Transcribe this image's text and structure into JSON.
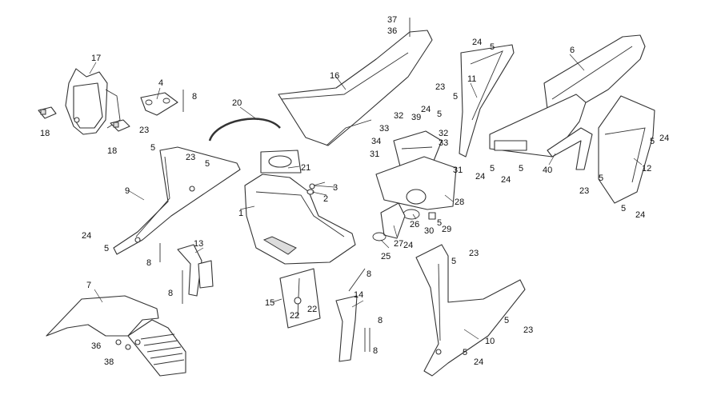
{
  "labels": [
    {
      "id": "l1",
      "text": "1"
    },
    {
      "id": "l2",
      "text": "2"
    },
    {
      "id": "l3",
      "text": "3"
    },
    {
      "id": "l4",
      "text": "4"
    },
    {
      "id": "l5a",
      "text": "5"
    },
    {
      "id": "l5b",
      "text": "5"
    },
    {
      "id": "l5c",
      "text": "5"
    },
    {
      "id": "l5d",
      "text": "5"
    },
    {
      "id": "l5e",
      "text": "5"
    },
    {
      "id": "l5f",
      "text": "5"
    },
    {
      "id": "l5g",
      "text": "5"
    },
    {
      "id": "l5h",
      "text": "5"
    },
    {
      "id": "l5i",
      "text": "5"
    },
    {
      "id": "l5j",
      "text": "5"
    },
    {
      "id": "l5k",
      "text": "5"
    },
    {
      "id": "l5l",
      "text": "5"
    },
    {
      "id": "l5m",
      "text": "5"
    },
    {
      "id": "l5n",
      "text": "5"
    },
    {
      "id": "l5o",
      "text": "5"
    },
    {
      "id": "l6",
      "text": "6"
    },
    {
      "id": "l7",
      "text": "7"
    },
    {
      "id": "l8a",
      "text": "8"
    },
    {
      "id": "l8b",
      "text": "8"
    },
    {
      "id": "l8c",
      "text": "8"
    },
    {
      "id": "l8d",
      "text": "8"
    },
    {
      "id": "l8e",
      "text": "8"
    },
    {
      "id": "l8f",
      "text": "8"
    },
    {
      "id": "l9",
      "text": "9"
    },
    {
      "id": "l10",
      "text": "10"
    },
    {
      "id": "l11",
      "text": "11"
    },
    {
      "id": "l12",
      "text": "12"
    },
    {
      "id": "l13",
      "text": "13"
    },
    {
      "id": "l14",
      "text": "14"
    },
    {
      "id": "l15",
      "text": "15"
    },
    {
      "id": "l16",
      "text": "16"
    },
    {
      "id": "l17",
      "text": "17"
    },
    {
      "id": "l18a",
      "text": "18"
    },
    {
      "id": "l18b",
      "text": "18"
    },
    {
      "id": "l20",
      "text": "20"
    },
    {
      "id": "l21",
      "text": "21"
    },
    {
      "id": "l22a",
      "text": "22"
    },
    {
      "id": "l22b",
      "text": "22"
    },
    {
      "id": "l23a",
      "text": "23"
    },
    {
      "id": "l23b",
      "text": "23"
    },
    {
      "id": "l23c",
      "text": "23"
    },
    {
      "id": "l23d",
      "text": "23"
    },
    {
      "id": "l23e",
      "text": "23"
    },
    {
      "id": "l23f",
      "text": "23"
    },
    {
      "id": "l24a",
      "text": "24"
    },
    {
      "id": "l24b",
      "text": "24"
    },
    {
      "id": "l24c",
      "text": "24"
    },
    {
      "id": "l24d",
      "text": "24"
    },
    {
      "id": "l24e",
      "text": "24"
    },
    {
      "id": "l24f",
      "text": "24"
    },
    {
      "id": "l24g",
      "text": "24"
    },
    {
      "id": "l24h",
      "text": "24"
    },
    {
      "id": "l24i",
      "text": "24"
    },
    {
      "id": "l25",
      "text": "25"
    },
    {
      "id": "l26",
      "text": "26"
    },
    {
      "id": "l27",
      "text": "27"
    },
    {
      "id": "l28",
      "text": "28"
    },
    {
      "id": "l29",
      "text": "29"
    },
    {
      "id": "l30",
      "text": "30"
    },
    {
      "id": "l31a",
      "text": "31"
    },
    {
      "id": "l31b",
      "text": "31"
    },
    {
      "id": "l32a",
      "text": "32"
    },
    {
      "id": "l32b",
      "text": "32"
    },
    {
      "id": "l33a",
      "text": "33"
    },
    {
      "id": "l33b",
      "text": "33"
    },
    {
      "id": "l34",
      "text": "34"
    },
    {
      "id": "l36a",
      "text": "36"
    },
    {
      "id": "l36b",
      "text": "36"
    },
    {
      "id": "l37",
      "text": "37"
    },
    {
      "id": "l38",
      "text": "38"
    },
    {
      "id": "l39",
      "text": "39"
    },
    {
      "id": "l40",
      "text": "40"
    }
  ]
}
